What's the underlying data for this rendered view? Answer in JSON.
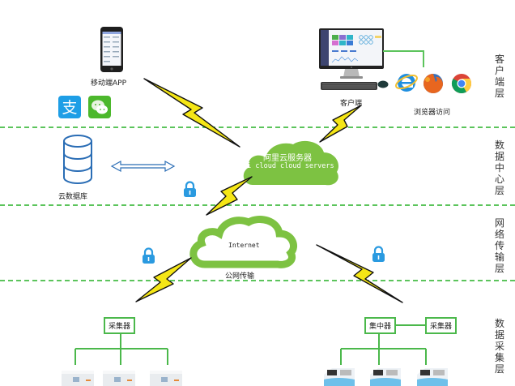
{
  "layers": [
    {
      "id": "client",
      "label": "客户端层"
    },
    {
      "id": "datacenter",
      "label": "数据中心层"
    },
    {
      "id": "network",
      "label": "网络传输层"
    },
    {
      "id": "collection",
      "label": "数据采集层"
    }
  ],
  "client_layer": {
    "mobile_app_label": "移动端APP",
    "client_label": "客户端",
    "browser_label": "浏览器访问",
    "payment_icons": [
      "alipay-icon",
      "wechat-icon"
    ],
    "browser_icons": [
      "ie-icon",
      "firefox-icon",
      "chrome-icon"
    ]
  },
  "datacenter_layer": {
    "database_label": "云数据库",
    "cloud_title": "阿里云服务器",
    "cloud_subtitle": "li cloud  cloud servers"
  },
  "network_layer": {
    "cloud_text": "Internet",
    "caption": "公网传输"
  },
  "collection_layer": {
    "left_collector": "采集器",
    "concentrator": "集中器",
    "right_collector": "采集器"
  },
  "colors": {
    "accent_green": "#5cc45c",
    "cloud_green": "#7dc242",
    "bolt_yellow": "#f5e616",
    "lock_blue": "#2a9ae0",
    "db_blue": "#2a6db5"
  }
}
